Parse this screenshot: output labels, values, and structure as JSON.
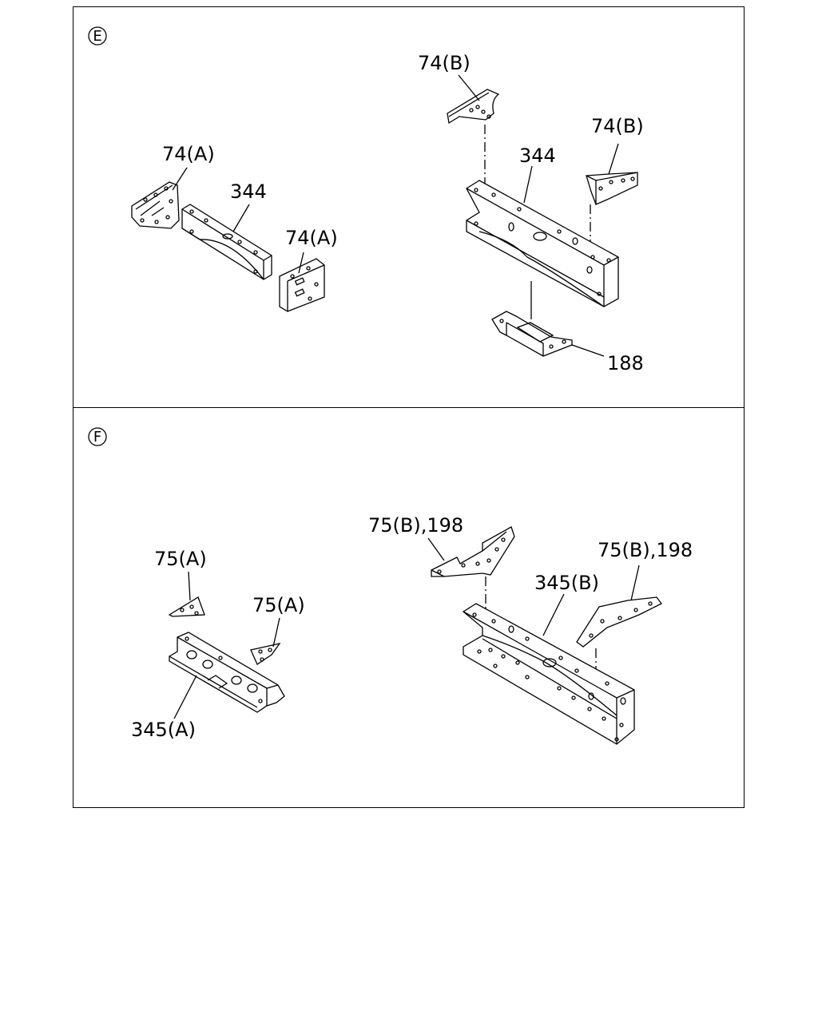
{
  "sections": [
    {
      "id": "E",
      "letter": "E",
      "labels": {
        "bracket_a_left": "74(A)",
        "crossmember_left": "344",
        "bracket_a_right": "74(A)",
        "bracket_b_top": "74(B)",
        "crossmember_right": "344",
        "bracket_b_side": "74(B)",
        "plate_bottom": "188"
      }
    },
    {
      "id": "F",
      "letter": "F",
      "labels": {
        "bracket_a_top": "75(A)",
        "bracket_a_side": "75(A)",
        "crossmember_left": "345(A)",
        "bracket_b_left": "75(B),198",
        "bracket_b_right": "75(B),198",
        "crossmember_right": "345(B)"
      }
    }
  ]
}
